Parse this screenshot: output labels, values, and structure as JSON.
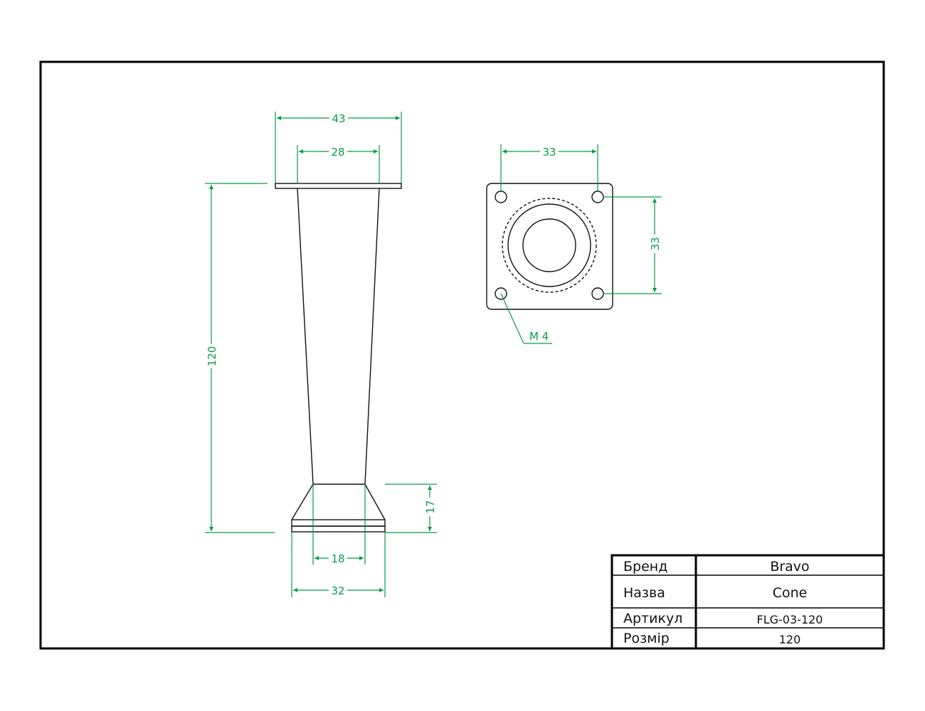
{
  "dimensions": {
    "top_width_outer": "43",
    "top_width_inner": "28",
    "height": "120",
    "base_height": "17",
    "bottom_width_inner": "18",
    "bottom_width_outer": "32",
    "plate_width": "33",
    "plate_height": "33",
    "thread_callout": "M 4"
  },
  "title_block": {
    "rows": [
      {
        "label": "Бренд",
        "value": "Bravo"
      },
      {
        "label": "Назва",
        "value": "Cone"
      },
      {
        "label": "Артикул",
        "value": "FLG-03-120"
      },
      {
        "label": "Розмір",
        "value": "120"
      }
    ]
  },
  "colors": {
    "dimension": "#0a9a4a",
    "outline": "#111111",
    "frame": "#000000"
  }
}
